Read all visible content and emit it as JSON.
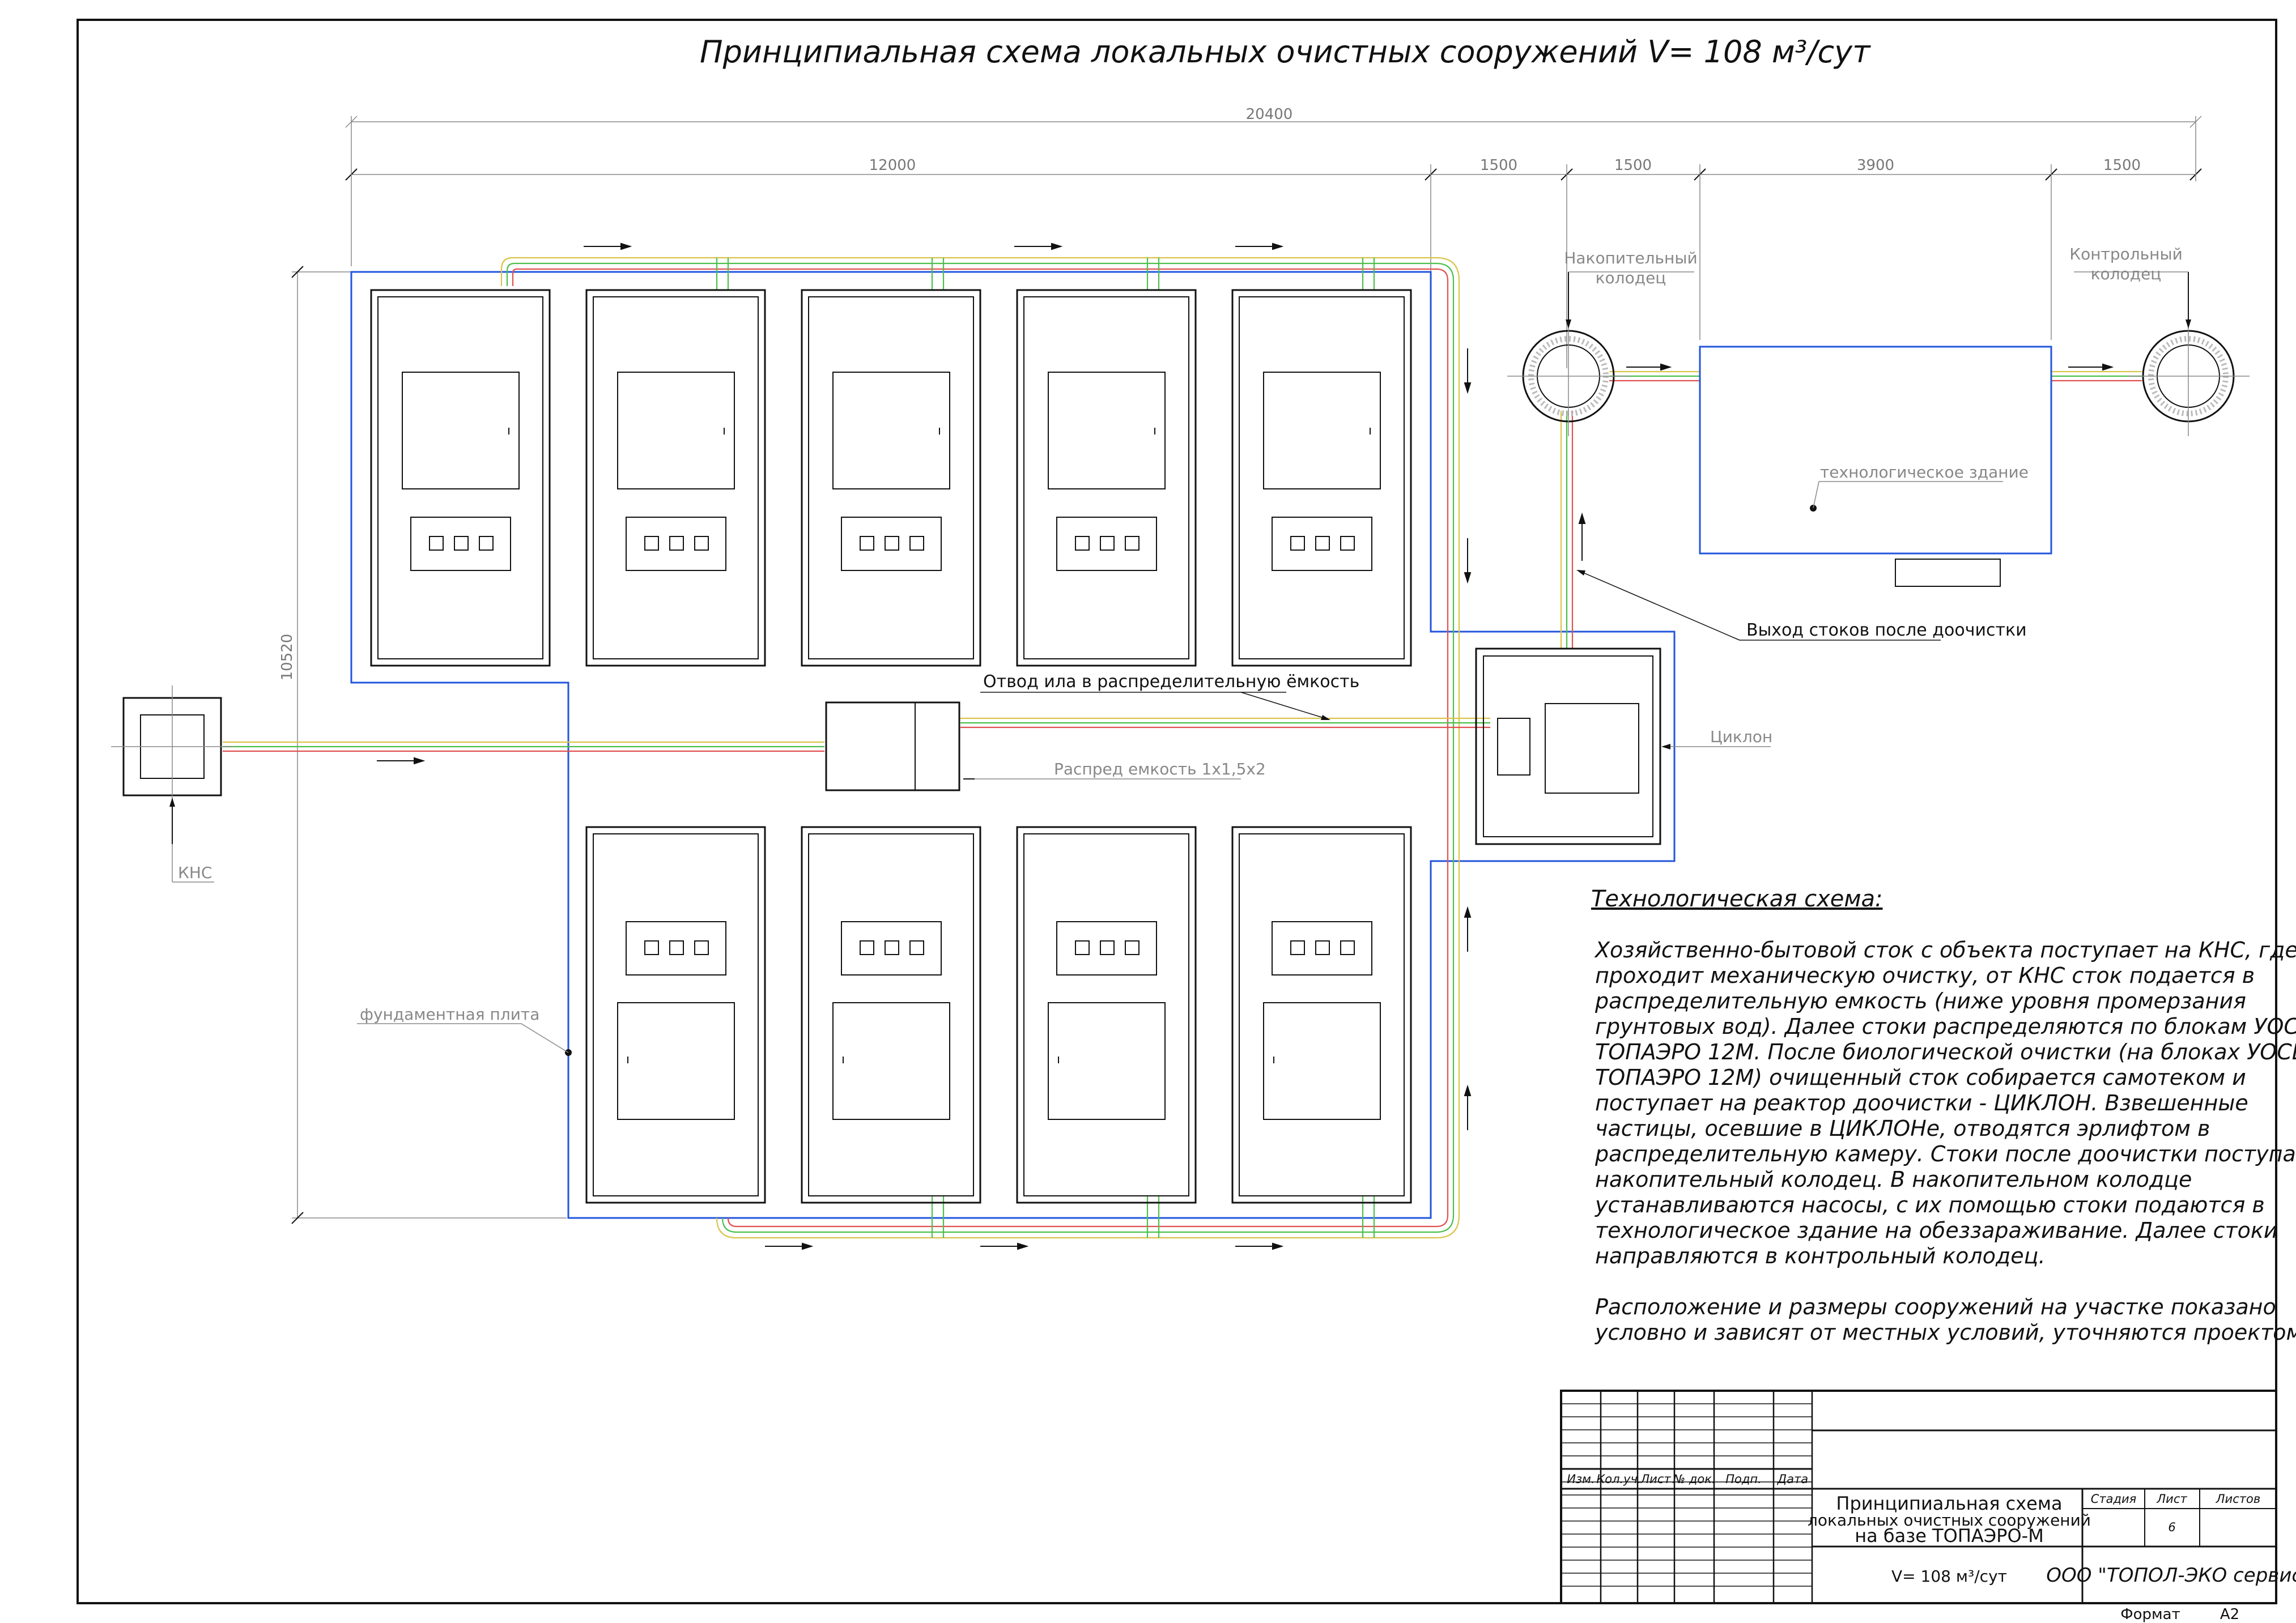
{
  "title": "Принципиальная схема   локальных  очистных  сооружений V= 108 м³/сут",
  "dimensions": {
    "overall": "20400",
    "d1": "12000",
    "d2": "1500",
    "d3": "1500",
    "d4": "3900",
    "d5": "1500",
    "vertical": "10520"
  },
  "labels": {
    "storage_well": [
      "Накопительный",
      "колодец"
    ],
    "control_well": [
      "Контрольный",
      "колодец"
    ],
    "tech_building": "технологическое здание",
    "outlet": "Выход стоков после доочистки",
    "sludge": "Отвод ила в распределительную ёмкость",
    "distributor": "Распред емкость 1х1,5х2",
    "cyclone": "Циклон",
    "pump_station": "КНС",
    "foundation": "фундаментная плита"
  },
  "description": {
    "heading": "Технологическая схема:",
    "lines": [
      "Хозяйственно-бытовой сток с объекта поступает на КНС, где",
      "проходит механическую очистку, от КНС сток подается в",
      "распределительную емкость (ниже уровня промерзания",
      "грунтовых вод). Далее стоки распределяются по блокам УОСВ",
      "ТОПАЭРО 12М. После биологической очистки (на блоках УОСВ",
      "ТОПАЭРО 12М) очищенный сток собирается самотеком и",
      "поступает на реактор доочистки - ЦИКЛОН. Взвешенные",
      "частицы, осевшие в ЦИКЛОНе, отводятся эрлифтом в",
      "распределительную камеру. Стоки после доочистки поступают в",
      "накопительный колодец. В накопительном колодце",
      "устанавливаются насосы, с их помощью стоки подаются в",
      "технологическое здание на обеззараживание. Далее стоки",
      "направляются в контрольный колодец."
    ],
    "note_lines": [
      "Расположение и размеры сооружений на участке показано",
      "условно и зависят от местных условий, уточняются проектом."
    ]
  },
  "stamp": {
    "cols": [
      "Изм.",
      "Кол.уч.",
      "Лист",
      "№ док.",
      "Подп.",
      "Дата"
    ],
    "doc_title": [
      "Принципиальная схема",
      "локальных  очистных сооружений",
      "на базе ТОПАЭРО-М"
    ],
    "stage_label": "Стадия",
    "sheet_label": "Лист",
    "sheets_label": "Листов",
    "sheet_no": "6",
    "volume": "V= 108 м³/сут",
    "org": "ООО \"ТОПОЛ-ЭКО сервис\"",
    "format_label": "Формат",
    "format_value": "А2"
  },
  "colors": {
    "outline": "#111111",
    "pipe_yellow": "#d9c44a",
    "pipe_green": "#4cbf4c",
    "pipe_red": "#e05050",
    "foundation_blue": "#2255dd",
    "dimension_grey": "#888888"
  }
}
